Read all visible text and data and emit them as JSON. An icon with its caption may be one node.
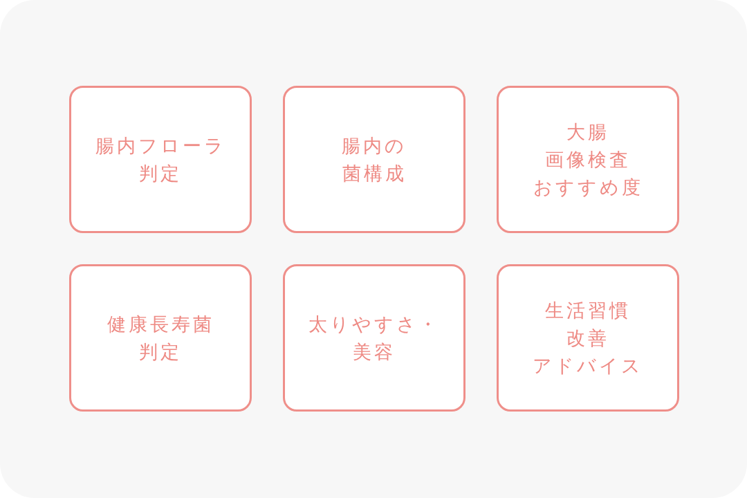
{
  "diagram": {
    "nodes": [
      {
        "text": [
          "腸内フローラ判定"
        ]
      },
      {
        "text": [
          "腸内の菌構成"
        ]
      },
      {
        "text": [
          "大腸画像検査おすすめ度"
        ]
      },
      {
        "text": [
          "健康長寿菌判定"
        ]
      },
      {
        "text": [
          "太りやすさ・美容"
        ]
      },
      {
        "text": [
          "生活習慣改善アドバイス"
        ]
      }
    ]
  }
}
